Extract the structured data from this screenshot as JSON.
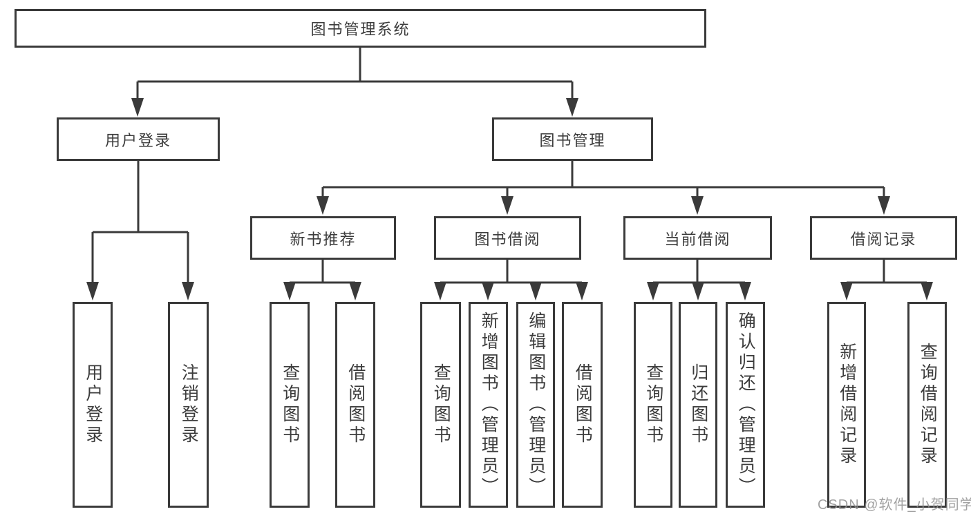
{
  "tree": {
    "label": "图书管理系统",
    "children": [
      {
        "label": "用户登录",
        "children": [
          {
            "label": "用户登录"
          },
          {
            "label": "注销登录"
          }
        ]
      },
      {
        "label": "图书管理",
        "children": [
          {
            "label": "新书推荐",
            "children": [
              {
                "label": "查询图书"
              },
              {
                "label": "借阅图书"
              }
            ]
          },
          {
            "label": "图书借阅",
            "children": [
              {
                "label": "查询图书"
              },
              {
                "label": "新增图书（管理员）"
              },
              {
                "label": "编辑图书（管理员）"
              },
              {
                "label": "借阅图书"
              }
            ]
          },
          {
            "label": "当前借阅",
            "children": [
              {
                "label": "查询图书"
              },
              {
                "label": "归还图书"
              },
              {
                "label": "确认归还（管理员）"
              }
            ]
          },
          {
            "label": "借阅记录",
            "children": [
              {
                "label": "新增借阅记录"
              },
              {
                "label": "查询借阅记录"
              }
            ]
          }
        ]
      }
    ]
  },
  "watermark": {
    "text": "CSDN @软件_小贺同学"
  },
  "colors": {
    "line": "#3a3a3a",
    "text": "#3c3c3c",
    "background": "#ffffff",
    "watermark": "#919191"
  }
}
